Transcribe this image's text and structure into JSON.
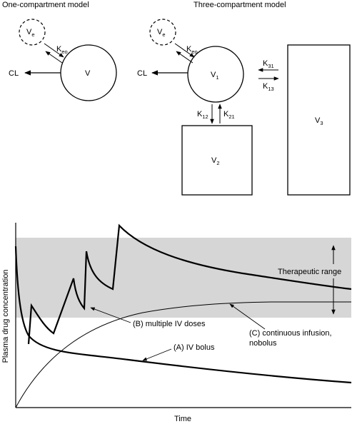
{
  "top_diagram": {
    "one_compartment": {
      "title": "One-compartment model",
      "effect_main": "V",
      "effect_sub": "e",
      "rate_main": "K",
      "rate_sub": "eo",
      "central": "V",
      "clearance": "CL"
    },
    "three_compartment": {
      "title": "Three-compartment model",
      "effect_main": "V",
      "effect_sub": "e",
      "rate_main": "K",
      "rate_sub": "eo",
      "central_main": "V",
      "central_sub": "1",
      "clearance": "CL",
      "k31_main": "K",
      "k31_sub": "31",
      "k13_main": "K",
      "k13_sub": "13",
      "k12_main": "K",
      "k12_sub": "12",
      "k21_main": "K",
      "k21_sub": "21",
      "v2_main": "V",
      "v2_sub": "2",
      "v3_main": "V",
      "v3_sub": "3"
    }
  },
  "plot": {
    "ylabel": "Plasma drug concentration",
    "xlabel": "Time",
    "band_label": "Therapeutic range",
    "curve_a_label": "(A) IV bolus",
    "curve_b_label": "(B) multiple IV doses",
    "curve_c_label_line1": "(C) continuous infusion,",
    "curve_c_label_line2": "nobolus",
    "band_color": "#d6d6d6"
  }
}
